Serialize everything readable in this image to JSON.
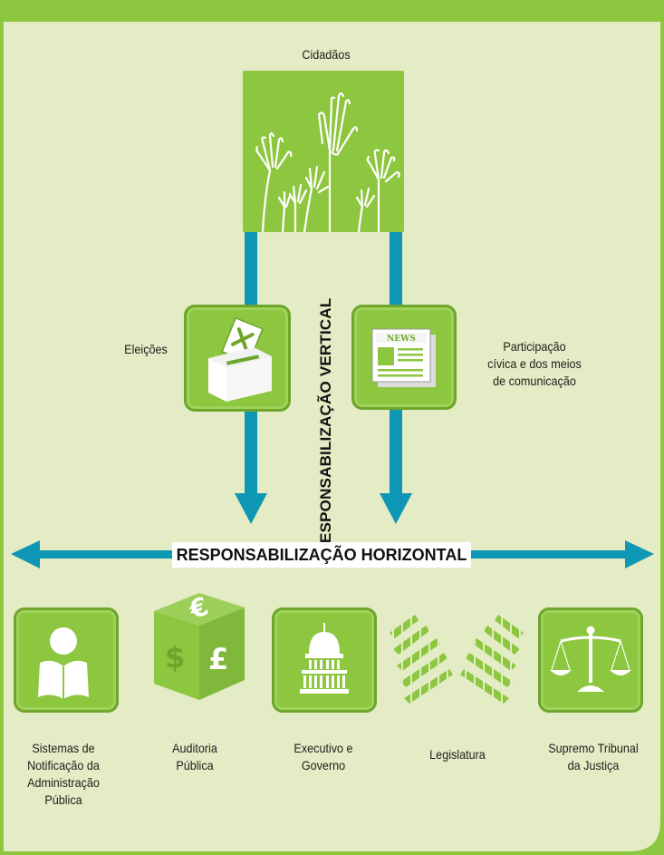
{
  "colors": {
    "background": "#e3ecc4",
    "frame": "#8dc63f",
    "tile": "#8dc63f",
    "arrow": "#0e96b5",
    "text": "#1e1e1e"
  },
  "top": {
    "label": "Cidadãos",
    "icon": "raised-hands-icon"
  },
  "vertical": {
    "label": "RESPONSABILIZAÇÃO VERTICAL",
    "left": {
      "label": "Eleições",
      "icon": "ballot-box-icon"
    },
    "right": {
      "label": "Participação\ncívica e dos meios\nde comunicação",
      "icon": "newspaper-icon",
      "icon_text": "NEWS"
    }
  },
  "horizontal": {
    "label": "RESPONSABILIZAÇÃO HORIZONTAL",
    "items": [
      {
        "label": "Sistemas de\nNotificação da\nAdministração\nPública",
        "icon": "reading-person-icon"
      },
      {
        "label": "Auditoria\nPública",
        "icon": "currency-cube-icon",
        "symbols": [
          "€",
          "$",
          "£"
        ]
      },
      {
        "label": "Executivo e\nGoverno",
        "icon": "capitol-building-icon"
      },
      {
        "label": "Legislatura",
        "icon": "parliament-seats-icon"
      },
      {
        "label": "Supremo Tribunal\nda Justiça",
        "icon": "scales-icon"
      }
    ]
  }
}
